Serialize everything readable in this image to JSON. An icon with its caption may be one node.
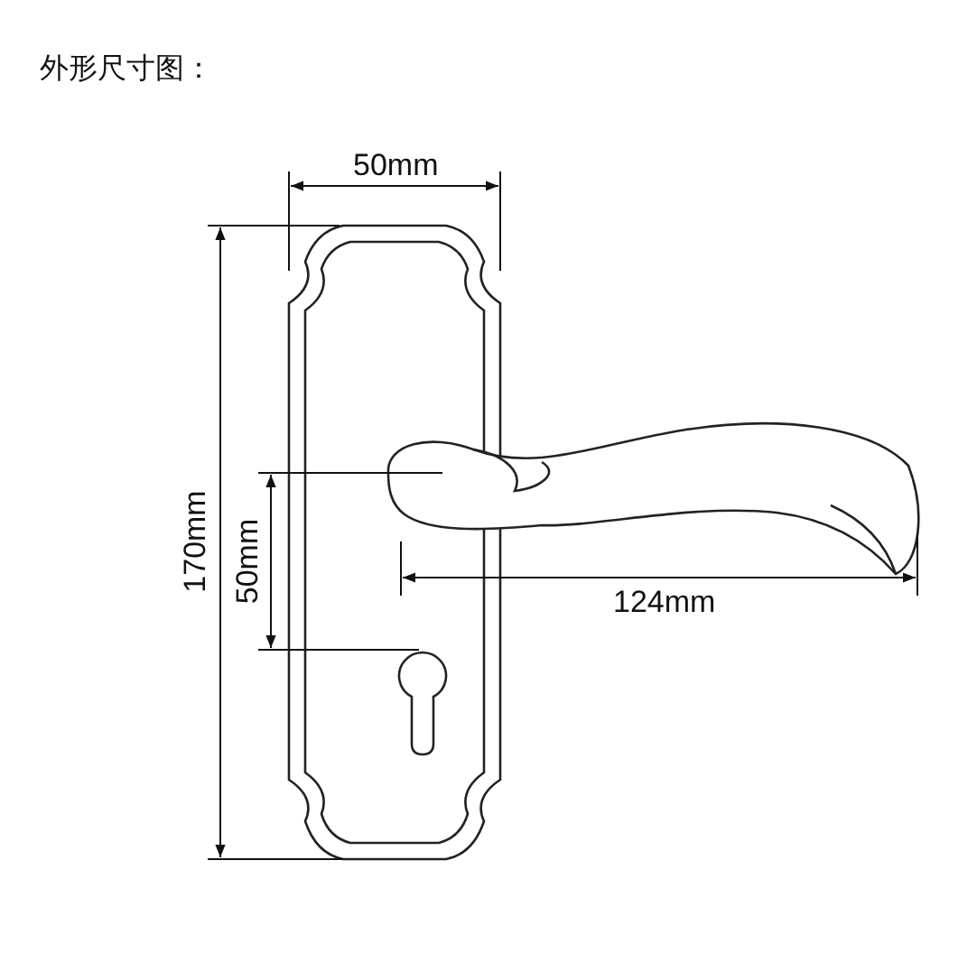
{
  "diagram": {
    "title": "外形尺寸图：",
    "labels": [
      "50mm",
      "170mm",
      "50mm",
      "124mm"
    ]
  }
}
